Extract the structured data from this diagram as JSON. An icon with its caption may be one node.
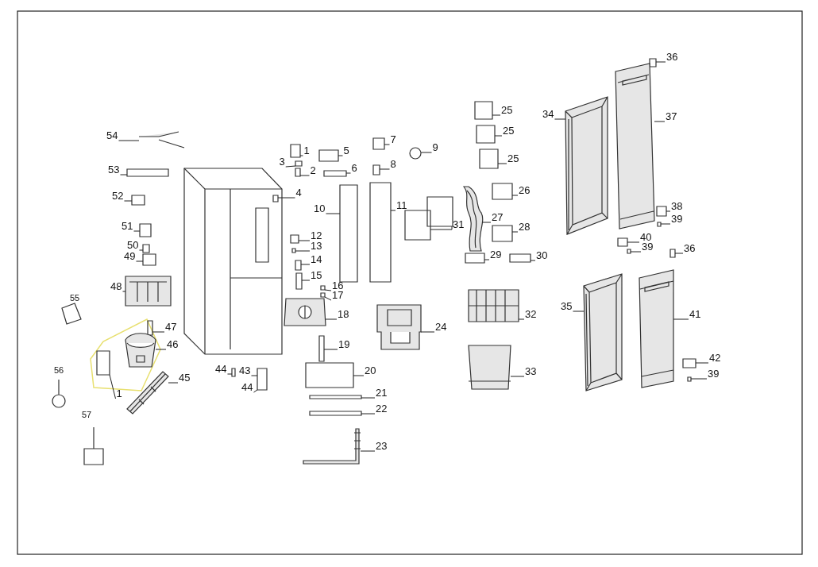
{
  "diagram": {
    "nodes": [
      {
        "text": [
          "54"
        ]
      },
      {
        "text": [
          "53"
        ]
      },
      {
        "text": [
          "52"
        ]
      },
      {
        "text": [
          "51"
        ]
      },
      {
        "text": [
          "50"
        ]
      },
      {
        "text": [
          "49"
        ]
      },
      {
        "text": [
          "48"
        ]
      },
      {
        "text": [
          "47"
        ]
      },
      {
        "text": [
          "46"
        ]
      },
      {
        "text": [
          "45"
        ]
      },
      {
        "text": [
          "1"
        ]
      },
      {
        "text": [
          "44"
        ]
      },
      {
        "text": [
          "43"
        ]
      },
      {
        "text": [
          "44"
        ]
      },
      {
        "text": [
          "1"
        ]
      },
      {
        "text": [
          "3"
        ]
      },
      {
        "text": [
          "2"
        ]
      },
      {
        "text": [
          "5"
        ]
      },
      {
        "text": [
          "6"
        ]
      },
      {
        "text": [
          "7"
        ]
      },
      {
        "text": [
          "8"
        ]
      },
      {
        "text": [
          "9"
        ]
      },
      {
        "text": [
          "4"
        ]
      },
      {
        "text": [
          "10"
        ]
      },
      {
        "text": [
          "11"
        ]
      },
      {
        "text": [
          "31"
        ]
      },
      {
        "text": [
          "12"
        ]
      },
      {
        "text": [
          "13"
        ]
      },
      {
        "text": [
          "14"
        ]
      },
      {
        "text": [
          "15"
        ]
      },
      {
        "text": [
          "16"
        ]
      },
      {
        "text": [
          "17"
        ]
      },
      {
        "text": [
          "18"
        ]
      },
      {
        "text": [
          "19"
        ]
      },
      {
        "text": [
          "20"
        ]
      },
      {
        "text": [
          "21"
        ]
      },
      {
        "text": [
          "22"
        ]
      },
      {
        "text": [
          "23"
        ]
      },
      {
        "text": [
          "24"
        ]
      },
      {
        "text": [
          "25"
        ]
      },
      {
        "text": [
          "25"
        ]
      },
      {
        "text": [
          "25"
        ]
      },
      {
        "text": [
          "26"
        ]
      },
      {
        "text": [
          "27"
        ]
      },
      {
        "text": [
          "28"
        ]
      },
      {
        "text": [
          "29"
        ]
      },
      {
        "text": [
          "30"
        ]
      },
      {
        "text": [
          "32"
        ]
      },
      {
        "text": [
          "33"
        ]
      },
      {
        "text": [
          "34"
        ]
      },
      {
        "text": [
          "35"
        ]
      },
      {
        "text": [
          "36"
        ]
      },
      {
        "text": [
          "37"
        ]
      },
      {
        "text": [
          "38"
        ]
      },
      {
        "text": [
          "39"
        ]
      },
      {
        "text": [
          "40"
        ]
      },
      {
        "text": [
          "39"
        ]
      },
      {
        "text": [
          "36"
        ]
      },
      {
        "text": [
          "41"
        ]
      },
      {
        "text": [
          "42"
        ]
      },
      {
        "text": [
          "39"
        ]
      },
      {
        "text": [],
        "shape": "picture"
      },
      {
        "text": [],
        "shape": "box"
      },
      {
        "text": [],
        "shape": "box"
      },
      {
        "text": [],
        "shape": "box"
      },
      {
        "text": [],
        "shape": "box"
      },
      {
        "text": [],
        "shape": "box"
      },
      {
        "text": [],
        "shape": "picture"
      },
      {
        "text": [],
        "shape": "box"
      },
      {
        "text": [],
        "shape": "picture"
      },
      {
        "text": [],
        "shape": "picture"
      },
      {
        "text": [],
        "shape": "box"
      },
      {
        "text": [],
        "shape": "box"
      },
      {
        "text": [],
        "shape": "box"
      },
      {
        "text": [],
        "shape": "box"
      },
      {
        "text": [],
        "shape": "box"
      },
      {
        "text": [],
        "shape": "box"
      },
      {
        "text": [],
        "shape": "box"
      },
      {
        "text": [],
        "shape": "box"
      },
      {
        "text": [],
        "shape": "box"
      },
      {
        "text": [],
        "shape": "box"
      },
      {
        "text": [],
        "shape": "circle"
      },
      {
        "text": [],
        "shape": "box"
      },
      {
        "text": [],
        "shape": "box"
      },
      {
        "text": [],
        "shape": "box"
      },
      {
        "text": [],
        "shape": "box"
      },
      {
        "text": [],
        "shape": "box"
      },
      {
        "text": [],
        "shape": "box"
      },
      {
        "text": [],
        "shape": "box"
      },
      {
        "text": [],
        "shape": "box"
      },
      {
        "text": [],
        "shape": "box"
      },
      {
        "text": [],
        "shape": "box"
      },
      {
        "text": [],
        "shape": "box"
      },
      {
        "text": [],
        "shape": "picture"
      },
      {
        "text": [],
        "shape": "box"
      },
      {
        "text": [],
        "shape": "box"
      },
      {
        "text": [],
        "shape": "box"
      },
      {
        "text": [],
        "shape": "box"
      },
      {
        "text": [],
        "shape": "picture"
      },
      {
        "text": [],
        "shape": "picture"
      },
      {
        "text": [],
        "shape": "box"
      },
      {
        "text": [],
        "shape": "box"
      },
      {
        "text": [],
        "shape": "box"
      },
      {
        "text": [],
        "shape": "box"
      },
      {
        "text": [],
        "shape": "picture"
      },
      {
        "text": [],
        "shape": "box"
      },
      {
        "text": [],
        "shape": "box"
      },
      {
        "text": [],
        "shape": "box"
      },
      {
        "text": [],
        "shape": "picture"
      },
      {
        "text": [],
        "shape": "picture"
      },
      {
        "text": [],
        "shape": "picture"
      },
      {
        "text": [],
        "shape": "picture"
      },
      {
        "text": [],
        "shape": "box"
      },
      {
        "text": [],
        "shape": "picture"
      },
      {
        "text": [],
        "shape": "box"
      },
      {
        "text": [],
        "shape": "box"
      },
      {
        "text": [],
        "shape": "box"
      },
      {
        "text": [],
        "shape": "box"
      },
      {
        "text": [],
        "shape": "box"
      },
      {
        "text": [],
        "shape": "picture"
      },
      {
        "text": [],
        "shape": "box"
      },
      {
        "text": [],
        "shape": "box"
      }
    ],
    "edges": [
      {
        "from": 0,
        "to": 61,
        "arrow": "none"
      },
      {
        "from": 1,
        "to": 62,
        "arrow": "none"
      },
      {
        "from": 2,
        "to": 63,
        "arrow": "none"
      },
      {
        "from": 3,
        "to": 64,
        "arrow": "none"
      },
      {
        "from": 4,
        "to": 65,
        "arrow": "none"
      },
      {
        "from": 5,
        "to": 66,
        "arrow": "none"
      },
      {
        "from": 6,
        "to": 67,
        "arrow": "none"
      },
      {
        "from": 7,
        "to": 68,
        "arrow": "none"
      },
      {
        "from": 8,
        "to": 69,
        "arrow": "none"
      },
      {
        "from": 9,
        "to": 70,
        "arrow": "none"
      },
      {
        "from": 10,
        "to": 71,
        "arrow": "none"
      },
      {
        "from": 11,
        "to": 72,
        "arrow": "none"
      },
      {
        "from": 12,
        "to": 73,
        "arrow": "none"
      },
      {
        "from": 13,
        "to": 73,
        "arrow": "none"
      },
      {
        "from": 14,
        "to": 74,
        "arrow": "none"
      },
      {
        "from": 15,
        "to": 75,
        "arrow": "none"
      },
      {
        "from": 16,
        "to": 76,
        "arrow": "none"
      },
      {
        "from": 17,
        "to": 77,
        "arrow": "none"
      },
      {
        "from": 18,
        "to": 78,
        "arrow": "none"
      },
      {
        "from": 19,
        "to": 79,
        "arrow": "none"
      },
      {
        "from": 20,
        "to": 80,
        "arrow": "none"
      },
      {
        "from": 21,
        "to": 81,
        "arrow": "none"
      },
      {
        "from": 22,
        "to": 82,
        "arrow": "none"
      },
      {
        "from": 23,
        "to": 83,
        "arrow": "none"
      },
      {
        "from": 24,
        "to": 84,
        "arrow": "none"
      },
      {
        "from": 25,
        "to": 85,
        "arrow": "none"
      },
      {
        "from": 25,
        "to": 86,
        "arrow": "none"
      },
      {
        "from": 26,
        "to": 87,
        "arrow": "none"
      },
      {
        "from": 27,
        "to": 88,
        "arrow": "none"
      },
      {
        "from": 28,
        "to": 89,
        "arrow": "none"
      },
      {
        "from": 29,
        "to": 90,
        "arrow": "none"
      },
      {
        "from": 30,
        "to": 91,
        "arrow": "none"
      },
      {
        "from": 31,
        "to": 92,
        "arrow": "none"
      },
      {
        "from": 32,
        "to": 93,
        "arrow": "none"
      },
      {
        "from": 33,
        "to": 94,
        "arrow": "none"
      },
      {
        "from": 34,
        "to": 95,
        "arrow": "none"
      },
      {
        "from": 35,
        "to": 96,
        "arrow": "none"
      },
      {
        "from": 36,
        "to": 97,
        "arrow": "none"
      },
      {
        "from": 37,
        "to": 98,
        "arrow": "none"
      },
      {
        "from": 38,
        "to": 99,
        "arrow": "none"
      },
      {
        "from": 39,
        "to": 100,
        "arrow": "none"
      },
      {
        "from": 40,
        "to": 101,
        "arrow": "none"
      },
      {
        "from": 41,
        "to": 102,
        "arrow": "none"
      },
      {
        "from": 42,
        "to": 103,
        "arrow": "none"
      },
      {
        "from": 43,
        "to": 104,
        "arrow": "none"
      },
      {
        "from": 44,
        "to": 105,
        "arrow": "none"
      },
      {
        "from": 45,
        "to": 106,
        "arrow": "none"
      },
      {
        "from": 46,
        "to": 107,
        "arrow": "none"
      },
      {
        "from": 47,
        "to": 108,
        "arrow": "none"
      },
      {
        "from": 48,
        "to": 109,
        "arrow": "none"
      },
      {
        "from": 49,
        "to": 110,
        "arrow": "none"
      },
      {
        "from": 50,
        "to": 111,
        "arrow": "none"
      },
      {
        "from": 51,
        "to": 112,
        "arrow": "none"
      },
      {
        "from": 52,
        "to": 113,
        "arrow": "none"
      },
      {
        "from": 53,
        "to": 114,
        "arrow": "none"
      },
      {
        "from": 54,
        "to": 115,
        "arrow": "none"
      },
      {
        "from": 55,
        "to": 116,
        "arrow": "none"
      },
      {
        "from": 56,
        "to": 117,
        "arrow": "none"
      },
      {
        "from": 57,
        "to": 118,
        "arrow": "none"
      },
      {
        "from": 58,
        "to": 119,
        "arrow": "none"
      },
      {
        "from": 59,
        "to": 120,
        "arrow": "none"
      },
      {
        "from": 60,
        "to": 121,
        "arrow": "none"
      }
    ],
    "labels": [
      "55",
      "56",
      "57"
    ]
  }
}
